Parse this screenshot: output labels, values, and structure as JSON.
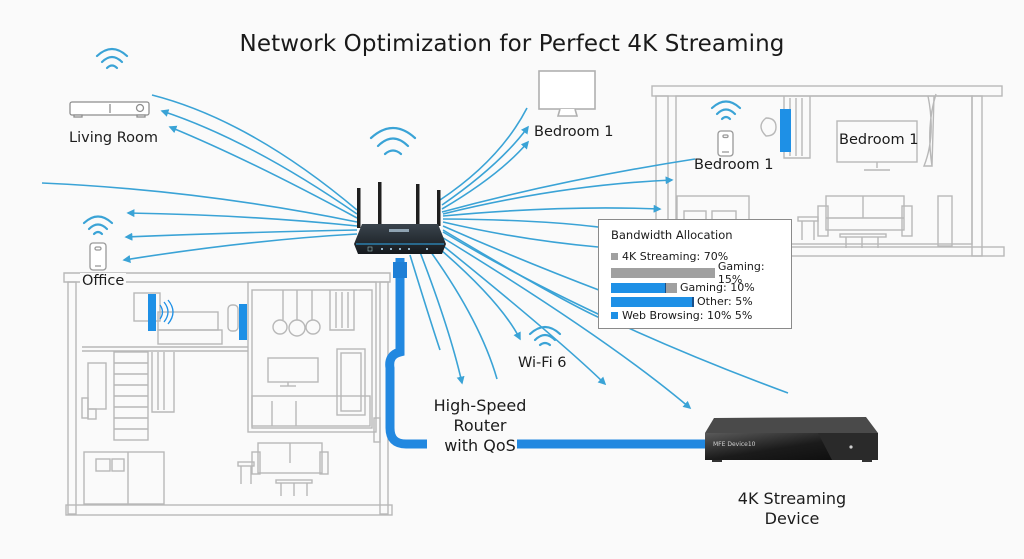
{
  "title": "Network Optimization for Perfect 4K Streaming",
  "colors": {
    "wifi_blue": "#3aa3d6",
    "cable_blue": "#2288e0",
    "line_gray": "#b5b5b5",
    "bar_gray": "#a0a0a0",
    "bar_blue": "#1e90e6",
    "router_body": "#222a31"
  },
  "locations": {
    "living_room": "Living Room",
    "office": "Office",
    "bedroom_monitor": "Bedroom 1",
    "bedroom_phone": "Bedroom 1",
    "bedroom_tv": "Bedroom 1"
  },
  "labels": {
    "wifi6": "Wi-Fi 6",
    "router": [
      "High-Speed",
      "Router",
      "with QoS"
    ],
    "streaming_device": [
      "4K Streaming",
      "Device"
    ],
    "device_brand": "MFE Device10"
  },
  "bandwidth": {
    "title": "Bandwidth Allocation",
    "rows": [
      {
        "type": "legend",
        "swatch": "gray",
        "text": "4K Streaming: 70%"
      },
      {
        "type": "bar",
        "gray": 1.0,
        "blue": 0,
        "text": "Gaming: 15%"
      },
      {
        "type": "bar",
        "gray": 1.0,
        "blue": 0.82,
        "text": "Gaming: 10%"
      },
      {
        "type": "bar",
        "gray": 0,
        "blue": 1.0,
        "text": "Other: 5%"
      },
      {
        "type": "legend",
        "swatch": "blue",
        "text": "Web Browsing: 10% 5%"
      }
    ]
  }
}
